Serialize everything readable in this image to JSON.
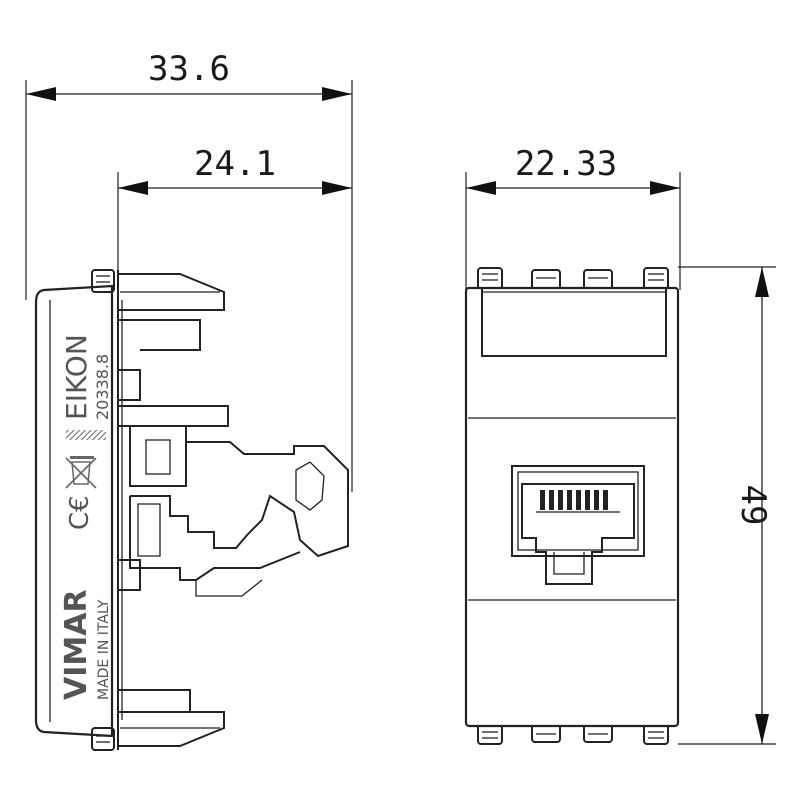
{
  "dimensions": {
    "overall_depth": "33.6",
    "body_depth": "24.1",
    "width": "22.33",
    "height": "49"
  },
  "side_markings": {
    "brand": "VIMAR",
    "origin": "MADE IN ITALY",
    "series": "EIKON",
    "code": "20338.8",
    "ce_mark": "C€"
  },
  "icons": [
    "dimension-arrow-icon",
    "weee-bin-icon",
    "ce-mark-icon",
    "rj45-socket-icon"
  ]
}
